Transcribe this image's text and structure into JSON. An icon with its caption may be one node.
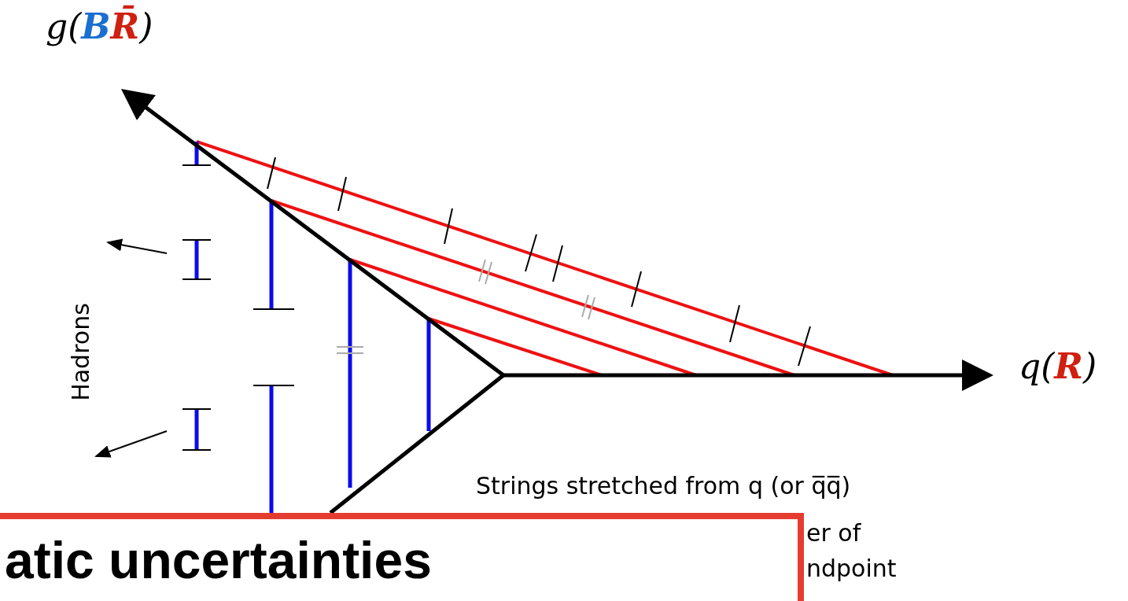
{
  "diagram": {
    "nodes": [
      {
        "text": [
          "atic uncertainties"
        ]
      }
    ],
    "labels": [
      "g(BR̄)",
      "q(R)",
      "Hadrons",
      "Strings stretched from q (or q̅q̅)",
      "er of",
      "ndpoint"
    ]
  }
}
